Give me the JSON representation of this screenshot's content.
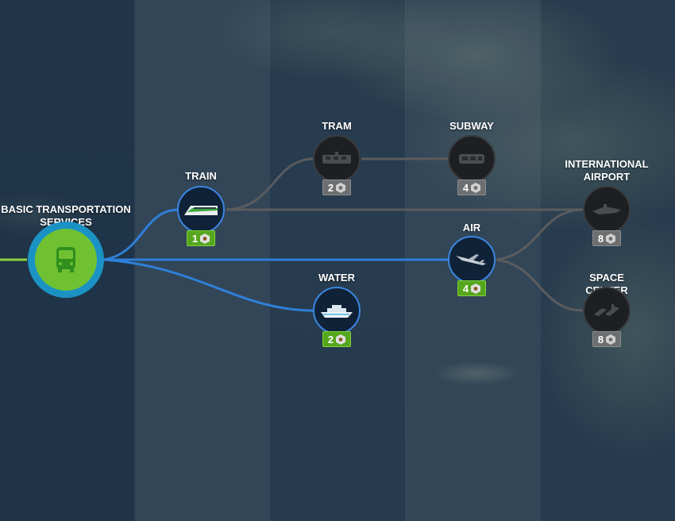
{
  "colors": {
    "unlocked_line": "#2f7fd8",
    "locked_line": "#5a5c5e",
    "incoming_line": "#8fd13f",
    "unlocked_badge": "#56a61e",
    "locked_badge": "#6c6e70",
    "root_ring": "#1b92c4",
    "root_fill": "#6fc132"
  },
  "nodes": {
    "basic": {
      "label": "BASIC TRANSPORTATION\nSERVICES",
      "icon": "bus-icon",
      "state": "root"
    },
    "train": {
      "label": "TRAIN",
      "icon": "train-icon",
      "cost": "1",
      "state": "unlocked"
    },
    "water": {
      "label": "WATER",
      "icon": "cruise-ship-icon",
      "cost": "2",
      "state": "unlocked"
    },
    "air": {
      "label": "AIR",
      "icon": "airplane-icon",
      "cost": "4",
      "state": "unlocked"
    },
    "tram": {
      "label": "TRAM",
      "icon": "tram-icon",
      "cost": "2",
      "state": "locked"
    },
    "subway": {
      "label": "SUBWAY",
      "icon": "subway-icon",
      "cost": "4",
      "state": "locked"
    },
    "intl_airport": {
      "label": "INTERNATIONAL\nAIRPORT",
      "icon": "international-airport-icon",
      "cost": "8",
      "state": "locked"
    },
    "space_center": {
      "label": "SPACE CENTER",
      "icon": "space-center-icon",
      "cost": "8",
      "state": "locked"
    }
  }
}
